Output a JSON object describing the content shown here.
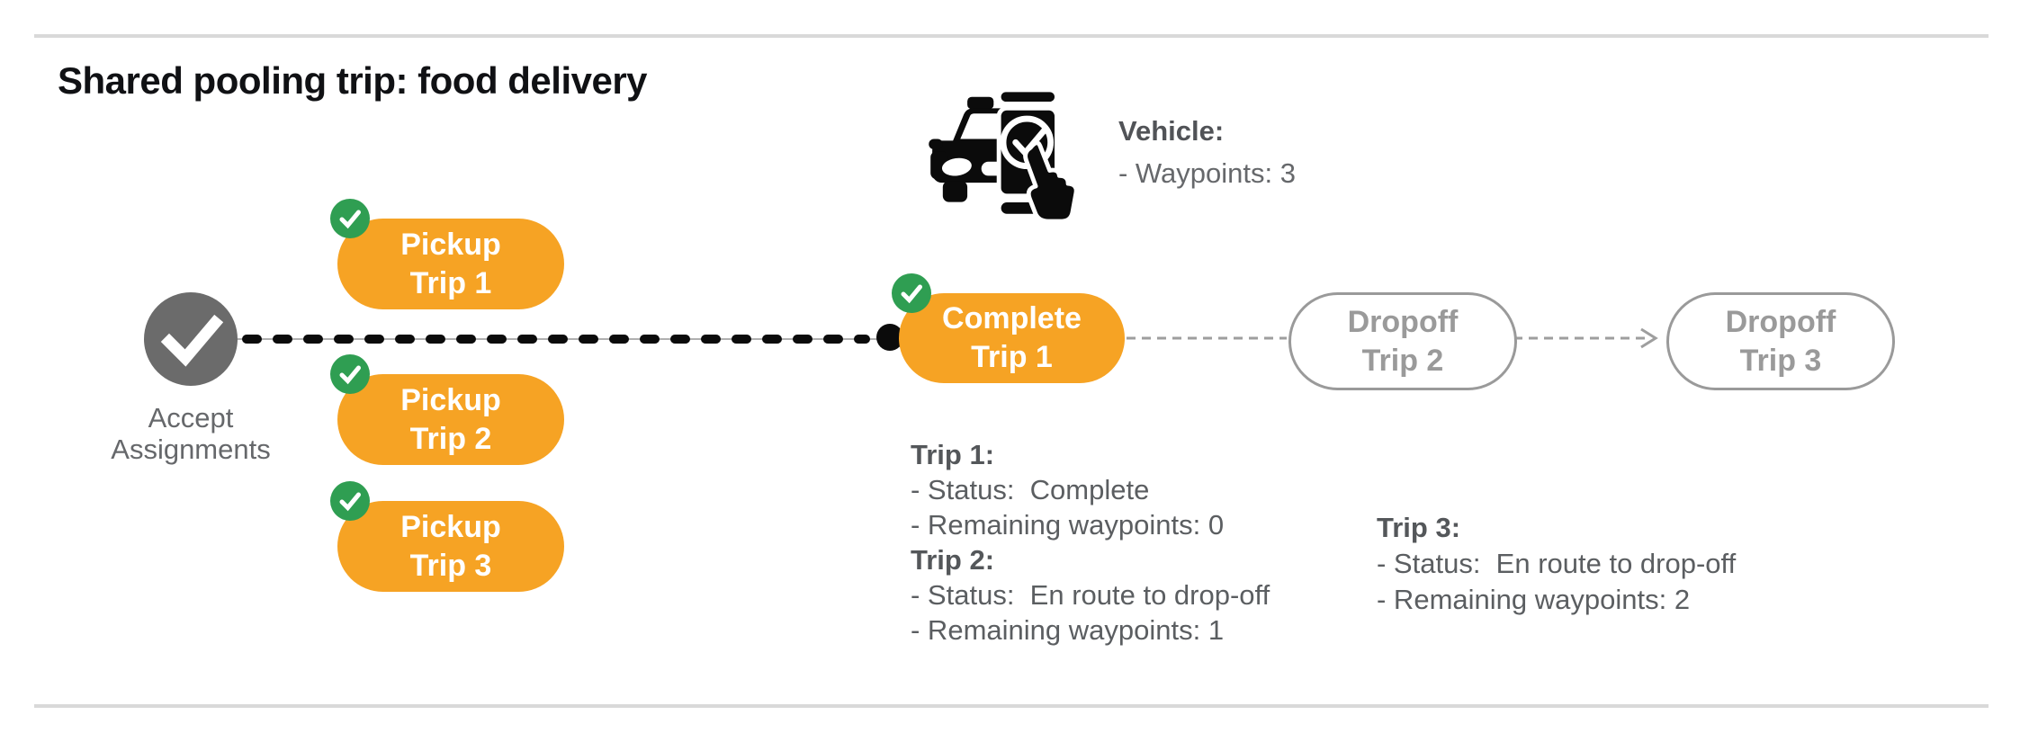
{
  "title": "Shared pooling trip: food delivery",
  "vehicle": {
    "icon": "vehicle-phone-check-icon",
    "heading": "Vehicle:",
    "waypoints": "- Waypoints: 3"
  },
  "flow": {
    "start": {
      "icon": "check-circle-icon",
      "label_line1": "Accept",
      "label_line2": "Assignments"
    },
    "pickups": [
      {
        "line1": "Pickup",
        "line2": "Trip 1",
        "badge_icon": "check-badge-icon"
      },
      {
        "line1": "Pickup",
        "line2": "Trip 2",
        "badge_icon": "check-badge-icon"
      },
      {
        "line1": "Pickup",
        "line2": "Trip 3",
        "badge_icon": "check-badge-icon"
      }
    ],
    "current": {
      "line1": "Complete",
      "line2": "Trip 1",
      "badge_icon": "check-badge-icon"
    },
    "upcoming": [
      {
        "line1": "Dropoff",
        "line2": "Trip 2"
      },
      {
        "line1": "Dropoff",
        "line2": "Trip 3"
      }
    ]
  },
  "details": {
    "left_block": {
      "trips": [
        {
          "heading": "Trip 1:",
          "status": "- Status:  Complete",
          "remaining": "- Remaining waypoints: 0"
        },
        {
          "heading": "Trip 2:",
          "status": "- Status:  En route to drop-off",
          "remaining": "- Remaining waypoints: 1"
        }
      ]
    },
    "right_block": {
      "trips": [
        {
          "heading": "Trip 3:",
          "status": "- Status:  En route to drop-off",
          "remaining": "- Remaining waypoints: 2"
        }
      ]
    }
  },
  "colors": {
    "orange": "#F6A324",
    "green": "#2F9E52",
    "gray_node": "#6B6B6B",
    "dropoff_gray": "#9A9A9A",
    "text_gray": "#5B5E61",
    "line_black": "#0B0B0B",
    "rule_gray": "#D9D9D9"
  }
}
